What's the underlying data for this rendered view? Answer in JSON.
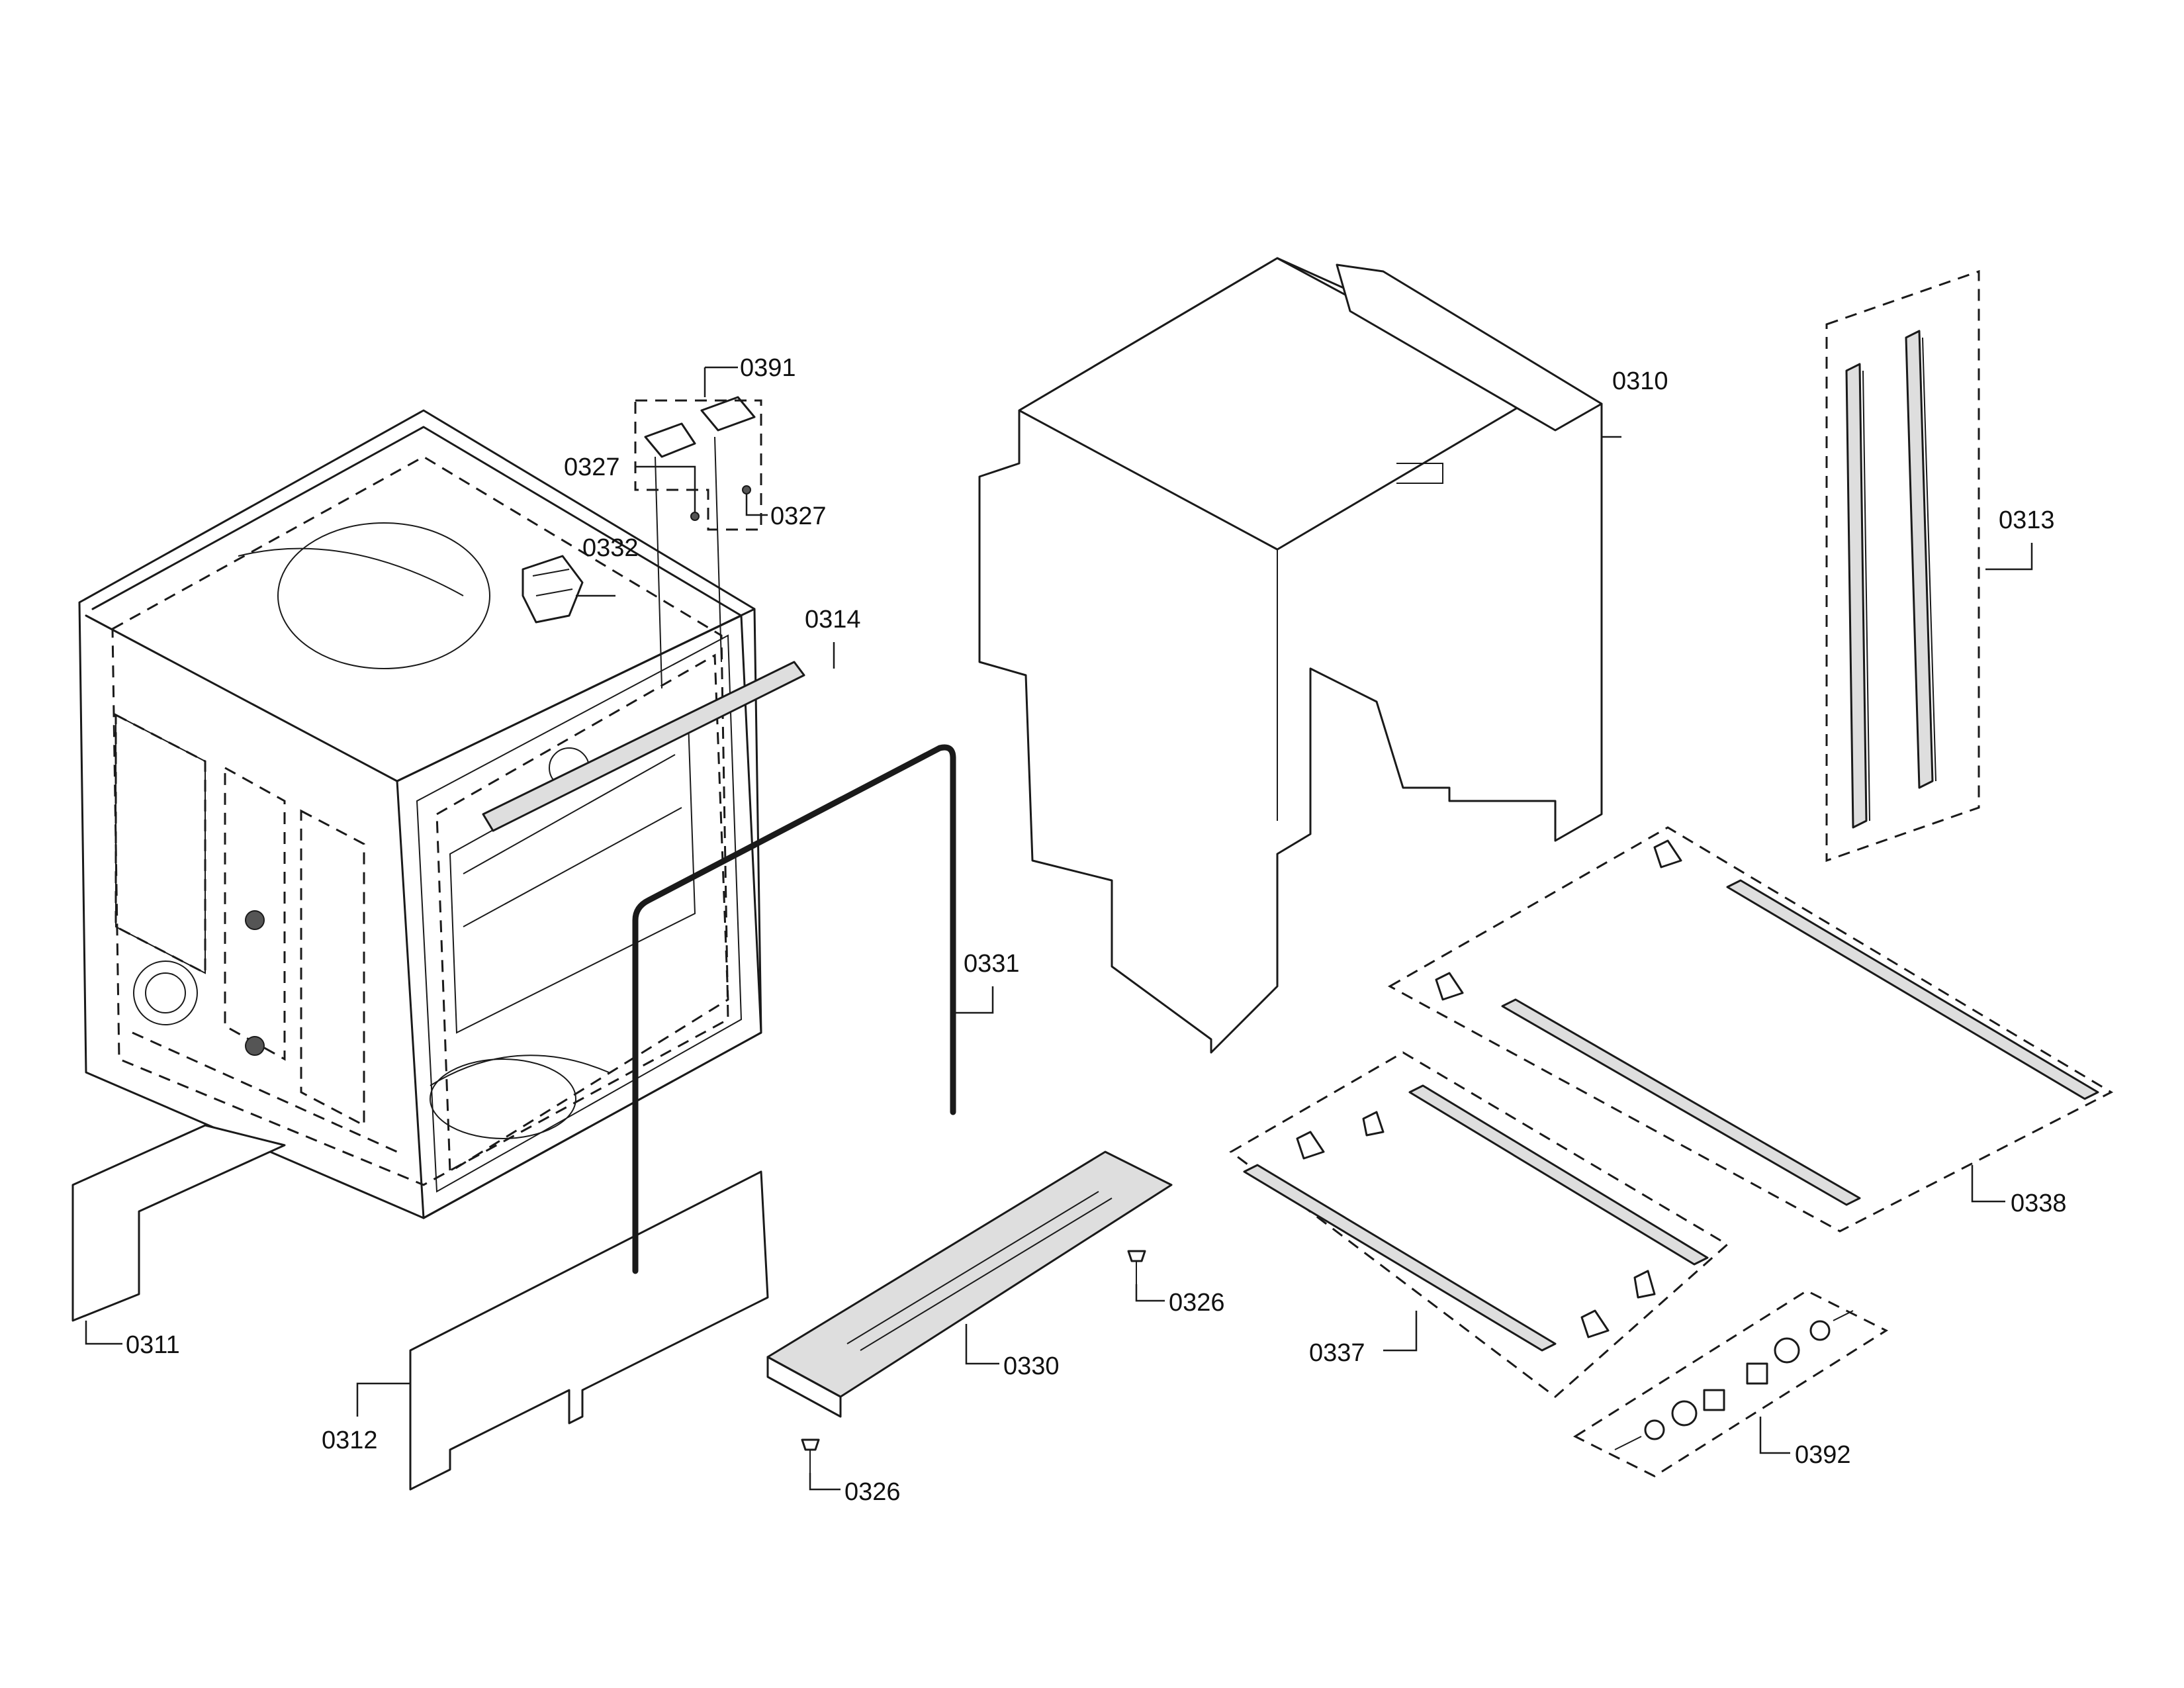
{
  "callouts": {
    "c0391": "0391",
    "c0327a": "0327",
    "c0327b": "0327",
    "c0332": "0332",
    "c0314": "0314",
    "c0310": "0310",
    "c0313": "0313",
    "c0331": "0331",
    "c0338": "0338",
    "c0311": "0311",
    "c0326a": "0326",
    "c0330": "0330",
    "c0337": "0337",
    "c0312": "0312",
    "c0326b": "0326",
    "c0392": "0392"
  }
}
